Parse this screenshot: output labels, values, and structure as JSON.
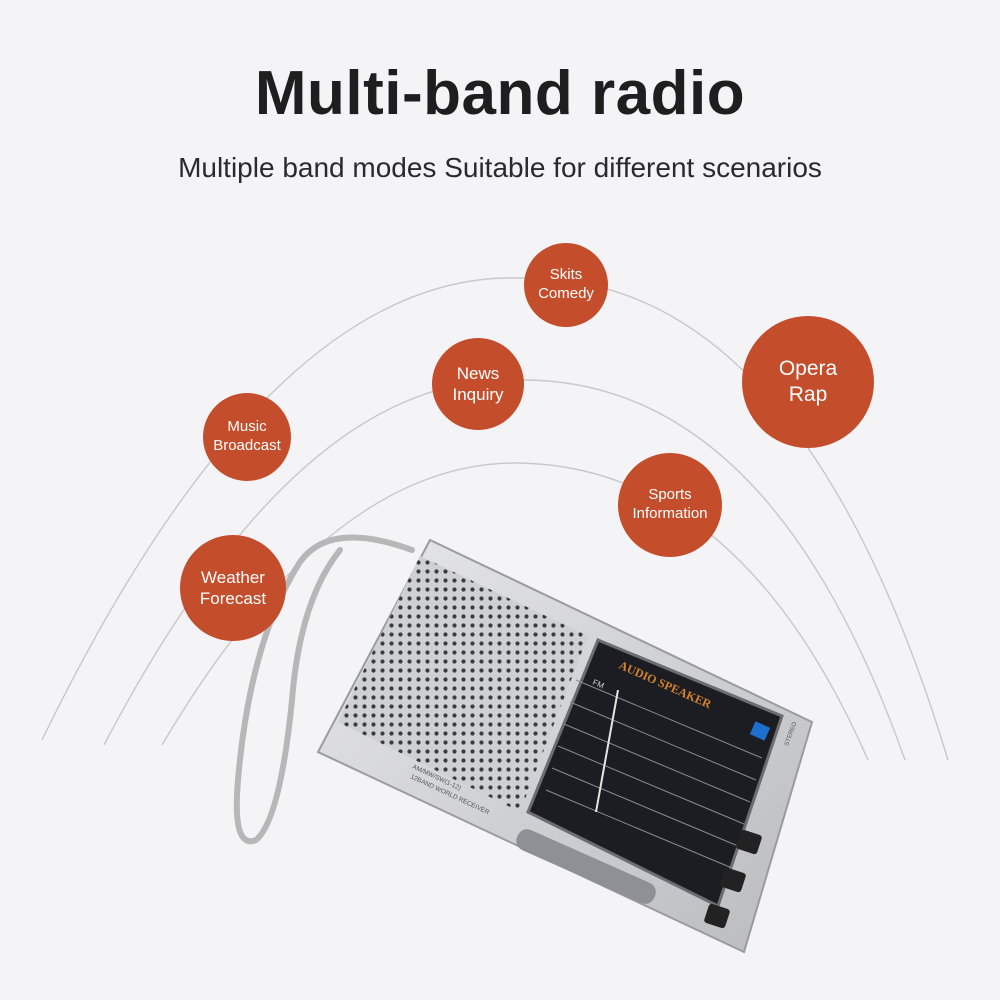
{
  "header": {
    "title": "Multi-band radio",
    "subtitle": "Multiple band modes Suitable for different scenarios"
  },
  "bubbles": {
    "skits": {
      "line1": "Skits",
      "line2": "Comedy"
    },
    "news": {
      "line1": "News",
      "line2": "Inquiry"
    },
    "opera": {
      "line1": "Opera",
      "line2": "Rap"
    },
    "music": {
      "line1": "Music",
      "line2": "Broadcast"
    },
    "sports": {
      "line1": "Sports",
      "line2": "Information"
    },
    "weather": {
      "line1": "Weather",
      "line2": "Forecast"
    }
  },
  "radio": {
    "dial_brand": "AUDIO SPEAKER",
    "model_line1": "AM/MW/SW(1-12)",
    "model_line2": "12BAND WORLD RECEIVER",
    "dial_band_label": "FM",
    "stereo_label": "STEREO"
  },
  "colors": {
    "accent": "#c44d2b",
    "background": "#f4f4f6",
    "wave_line": "#c8c8cc",
    "title_text": "#1e1e1e"
  }
}
